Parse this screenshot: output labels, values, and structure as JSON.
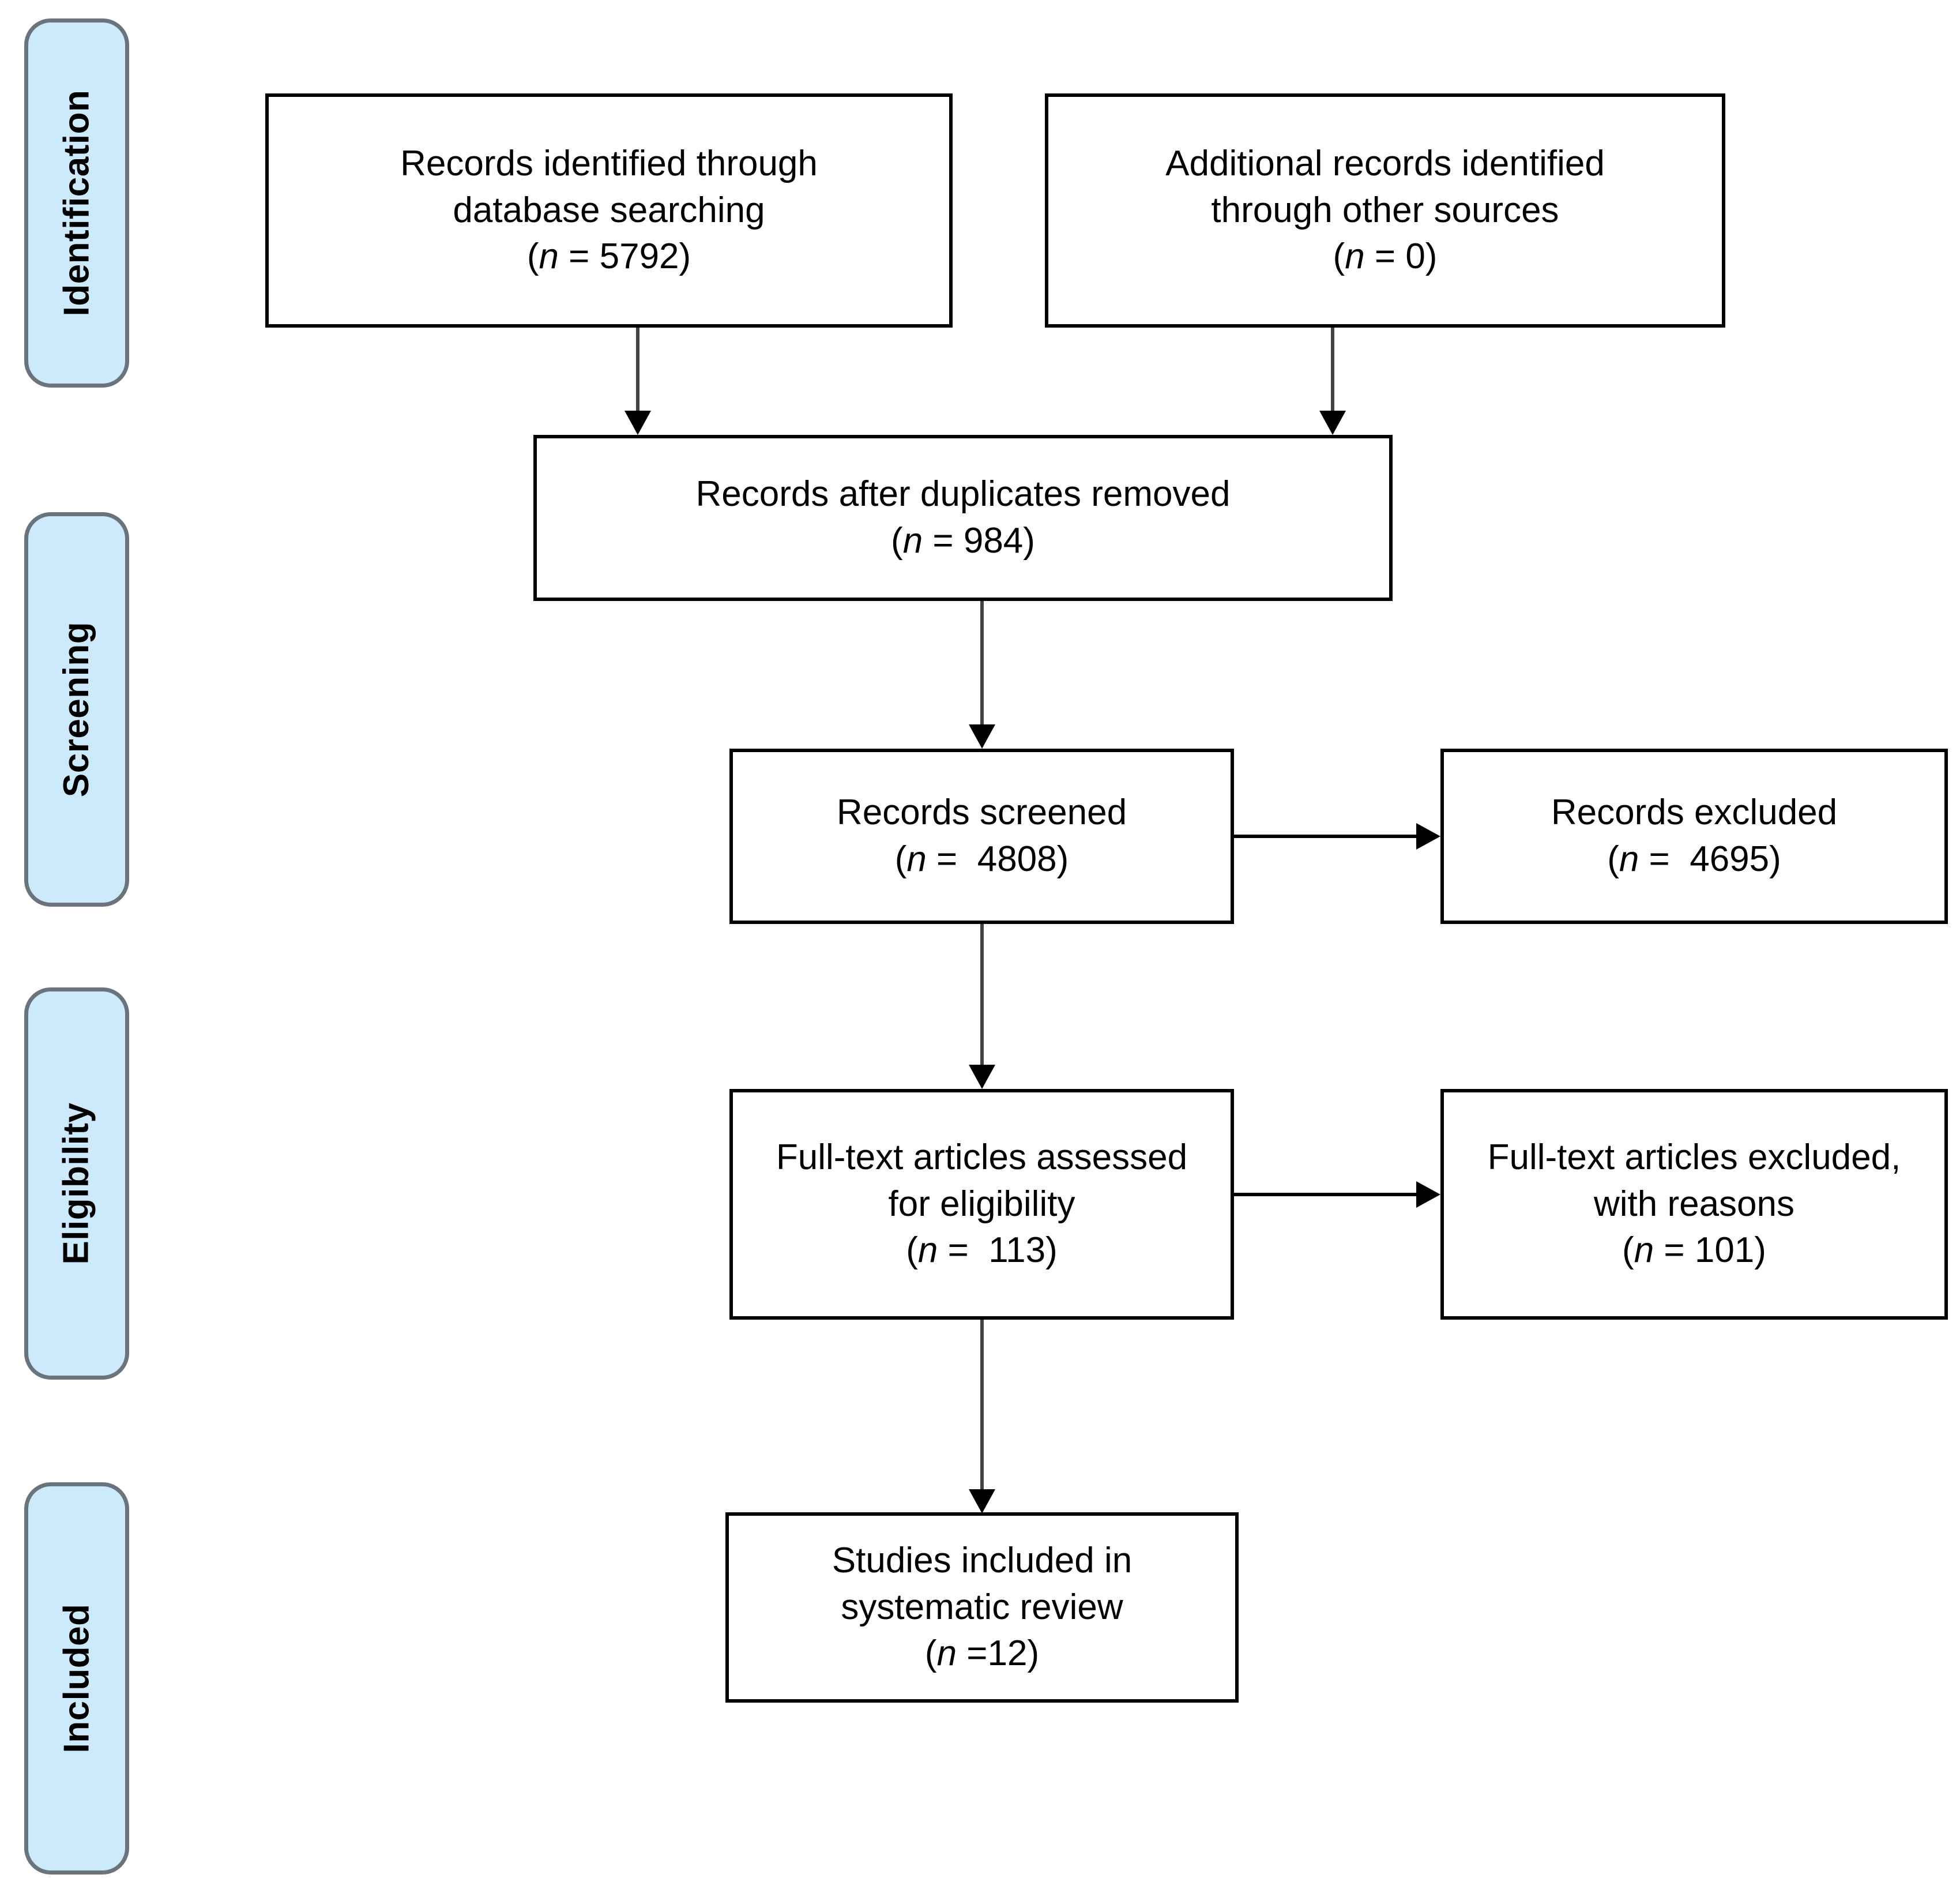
{
  "diagram": {
    "type": "prisma-flow-diagram",
    "title": "PRISMA Flow Diagram",
    "colors": {
      "stage_fill": "#CCEAFB",
      "stage_border": "#6B747C",
      "box_border": "#000000",
      "box_fill": "#FFFFFF",
      "connector": "#000000",
      "text": "#000000"
    }
  },
  "stages": [
    {
      "id": "identification",
      "label": "Identification"
    },
    {
      "id": "screening",
      "label": "Screening"
    },
    {
      "id": "eligibility",
      "label": "Eligibility"
    },
    {
      "id": "included",
      "label": "Included"
    }
  ],
  "boxes": {
    "db_search": {
      "line1": "Records identified through",
      "line2": "database searching",
      "count_open": "(",
      "count_n": "n",
      "count_rest": " = 5792)"
    },
    "other_sources": {
      "line1": "Additional records identified",
      "line2": "through other sources",
      "count_open": "(",
      "count_n": "n",
      "count_rest": " = 0)"
    },
    "duplicates_removed": {
      "line1": "Records after duplicates removed",
      "count_open": "(",
      "count_n": "n",
      "count_rest": " = 984)"
    },
    "records_screened": {
      "line1": "Records screened",
      "count_open": "(",
      "count_n": "n",
      "count_rest": " =  4808)"
    },
    "records_excluded": {
      "line1": "Records excluded",
      "count_open": "(",
      "count_n": "n",
      "count_rest": " =  4695)"
    },
    "fulltext_assessed": {
      "line1": "Full-text articles assessed",
      "line2": "for eligibility",
      "count_open": "(",
      "count_n": "n",
      "count_rest": " =  113)"
    },
    "fulltext_excluded": {
      "line1": "Full-text articles excluded,",
      "line2": "with reasons",
      "count_open": "(",
      "count_n": "n",
      "count_rest": " = 101)"
    },
    "studies_included": {
      "line1": "Studies included in",
      "line2": "systematic review",
      "count_open": "(",
      "count_n": "n",
      "count_rest": " =12)"
    }
  },
  "chart_data": {
    "type": "diagram",
    "title": "PRISMA Flow Diagram",
    "nodes": [
      {
        "id": "db_search",
        "stage": "Identification",
        "label": "Records identified through database searching",
        "n": 5792
      },
      {
        "id": "other_sources",
        "stage": "Identification",
        "label": "Additional records identified through other sources",
        "n": 0
      },
      {
        "id": "duplicates_removed",
        "stage": "Screening",
        "label": "Records after duplicates removed",
        "n": 984
      },
      {
        "id": "records_screened",
        "stage": "Screening",
        "label": "Records screened",
        "n": 4808
      },
      {
        "id": "records_excluded",
        "stage": "Screening",
        "label": "Records excluded",
        "n": 4695
      },
      {
        "id": "fulltext_assessed",
        "stage": "Eligibility",
        "label": "Full-text articles assessed for eligibility",
        "n": 113
      },
      {
        "id": "fulltext_excluded",
        "stage": "Eligibility",
        "label": "Full-text articles excluded, with reasons",
        "n": 101
      },
      {
        "id": "studies_included",
        "stage": "Included",
        "label": "Studies included in systematic review",
        "n": 12
      }
    ],
    "edges": [
      {
        "from": "db_search",
        "to": "duplicates_removed",
        "direction": "down"
      },
      {
        "from": "other_sources",
        "to": "duplicates_removed",
        "direction": "down"
      },
      {
        "from": "duplicates_removed",
        "to": "records_screened",
        "direction": "down"
      },
      {
        "from": "records_screened",
        "to": "records_excluded",
        "direction": "right"
      },
      {
        "from": "records_screened",
        "to": "fulltext_assessed",
        "direction": "down"
      },
      {
        "from": "fulltext_assessed",
        "to": "fulltext_excluded",
        "direction": "right"
      },
      {
        "from": "fulltext_assessed",
        "to": "studies_included",
        "direction": "down"
      }
    ]
  }
}
